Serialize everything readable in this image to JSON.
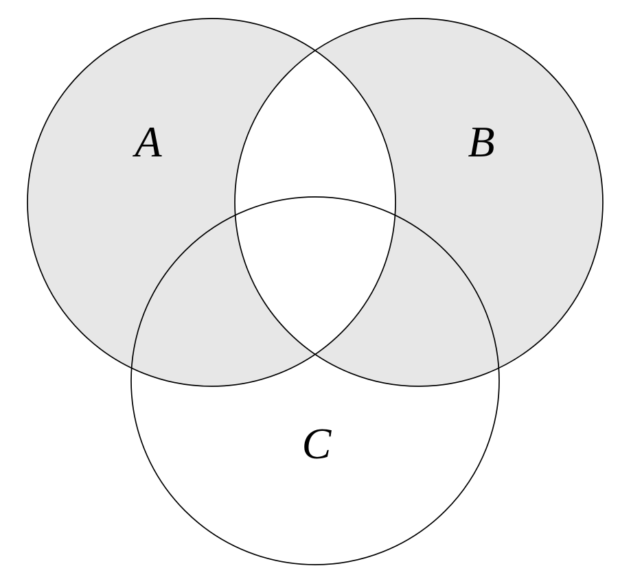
{
  "diagram": {
    "kind": "venn-3-sets",
    "sets": [
      {
        "label": "A",
        "shaded": true
      },
      {
        "label": "B",
        "shaded": true
      },
      {
        "label": "C",
        "shaded": false
      }
    ],
    "shaded_region": "symmetric difference of A and B (A and B minus their intersection); C-only region unshaded",
    "colors": {
      "shaded_fill": "#e7e7e7",
      "unshaded_fill": "#ffffff",
      "stroke": "#000000",
      "background": "#ffffff"
    }
  }
}
